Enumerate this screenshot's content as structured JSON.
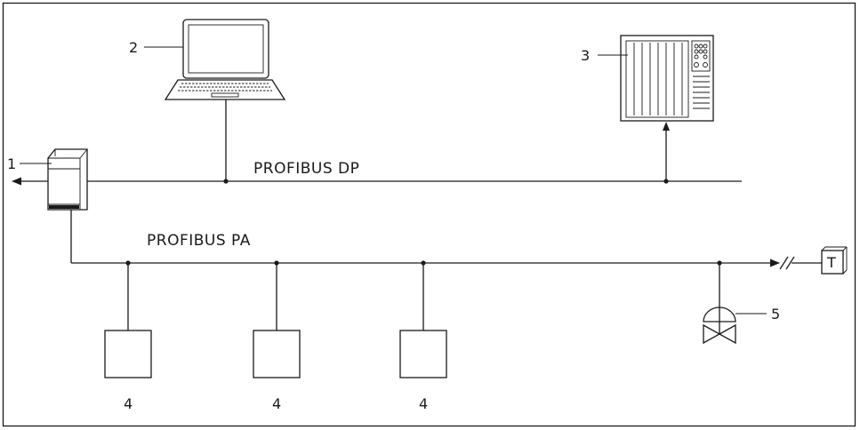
{
  "buses": {
    "dp_label": "PROFIBUS DP",
    "pa_label": "PROFIBUS PA"
  },
  "callouts": {
    "coupler": "1",
    "computer": "2",
    "controller": "3",
    "devices": [
      "4",
      "4",
      "4"
    ],
    "valve": "5"
  },
  "terminator": {
    "letter": "T"
  }
}
